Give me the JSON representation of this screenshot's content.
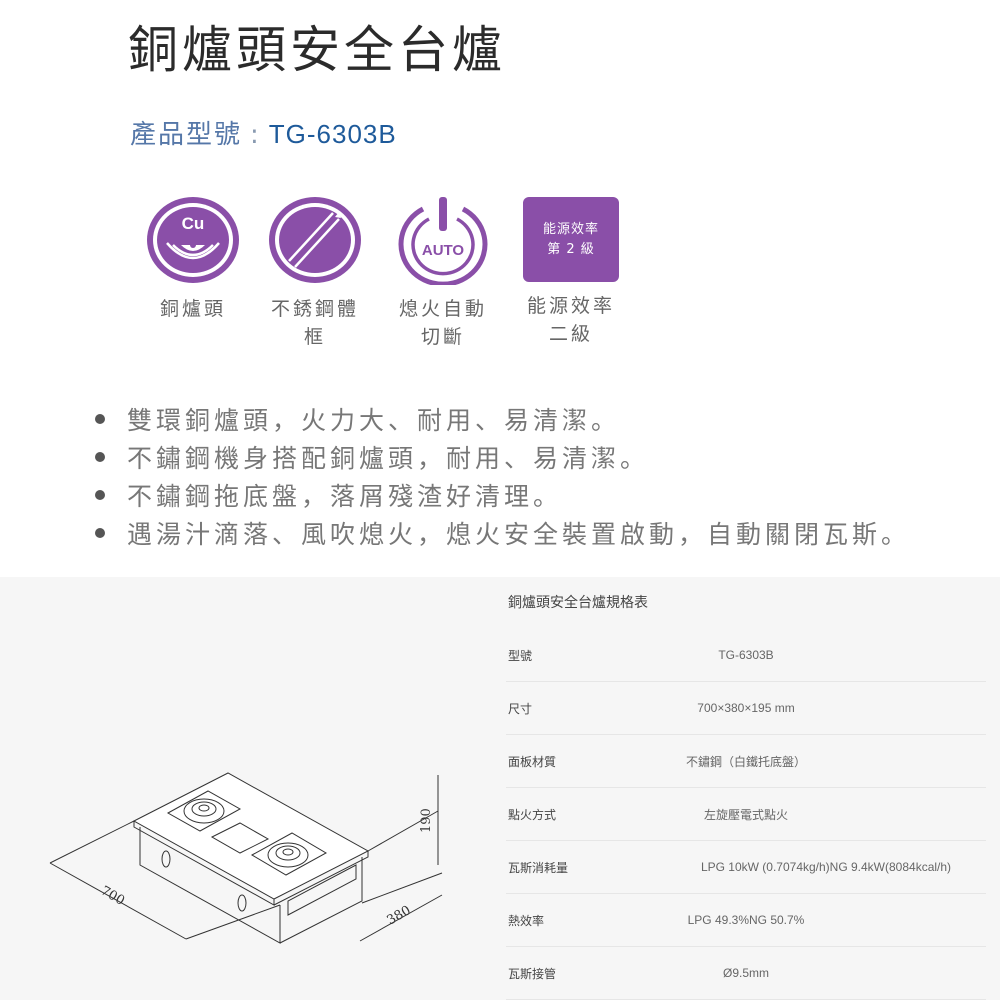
{
  "header": {
    "title": "銅爐頭安全台爐",
    "model_label": "產品型號",
    "model_separator": ":",
    "model_value": "TG-6303B"
  },
  "colors": {
    "accent_purple": "#8a4fa8",
    "model_blue": "#1e5a9a",
    "spec_background": "#f6f6f6"
  },
  "features": [
    {
      "icon": "copper-burner-icon",
      "icon_text": "Cu",
      "caption_line1": "銅爐頭",
      "caption_line2": ""
    },
    {
      "icon": "stainless-frame-icon",
      "icon_text": "",
      "caption_line1": "不銹鋼體",
      "caption_line2": "框"
    },
    {
      "icon": "auto-shutoff-icon",
      "icon_text": "AUTO",
      "caption_line1": "熄火自動",
      "caption_line2": "切斷"
    },
    {
      "icon": "energy-efficiency-badge",
      "icon_text_line1": "能源效率",
      "icon_text_line2": "第 2 級",
      "caption_line1": "能源效率",
      "caption_line2": "二級"
    }
  ],
  "bullets": [
    "雙環銅爐頭，火力大、耐用、易清潔。",
    "不鏽鋼機身搭配銅爐頭，耐用、易清潔。",
    "不鏽鋼拖底盤，落屑殘渣好清理。",
    "遇湯汁滴落、風吹熄火，熄火安全裝置啟動，自動關閉瓦斯。"
  ],
  "drawing": {
    "label_width": "700",
    "label_depth": "380",
    "label_height": "190"
  },
  "spec_table": {
    "title": "銅爐頭安全台爐規格表",
    "rows": [
      {
        "key": "型號",
        "value": "TG-6303B"
      },
      {
        "key": "尺寸",
        "value": "700×380×195 mm"
      },
      {
        "key": "面板材質",
        "value": "不鏽鋼（白鐵托底盤）"
      },
      {
        "key": "點火方式",
        "value": "左旋壓電式點火"
      },
      {
        "key": "瓦斯消耗量",
        "value": "LPG 10kW (0.7074kg/h)NG 9.4kW(8084kcal/h)"
      },
      {
        "key": "熱效率",
        "value": "LPG 49.3%NG 50.7%"
      },
      {
        "key": "瓦斯接管",
        "value": "Ø9.5mm"
      }
    ]
  }
}
